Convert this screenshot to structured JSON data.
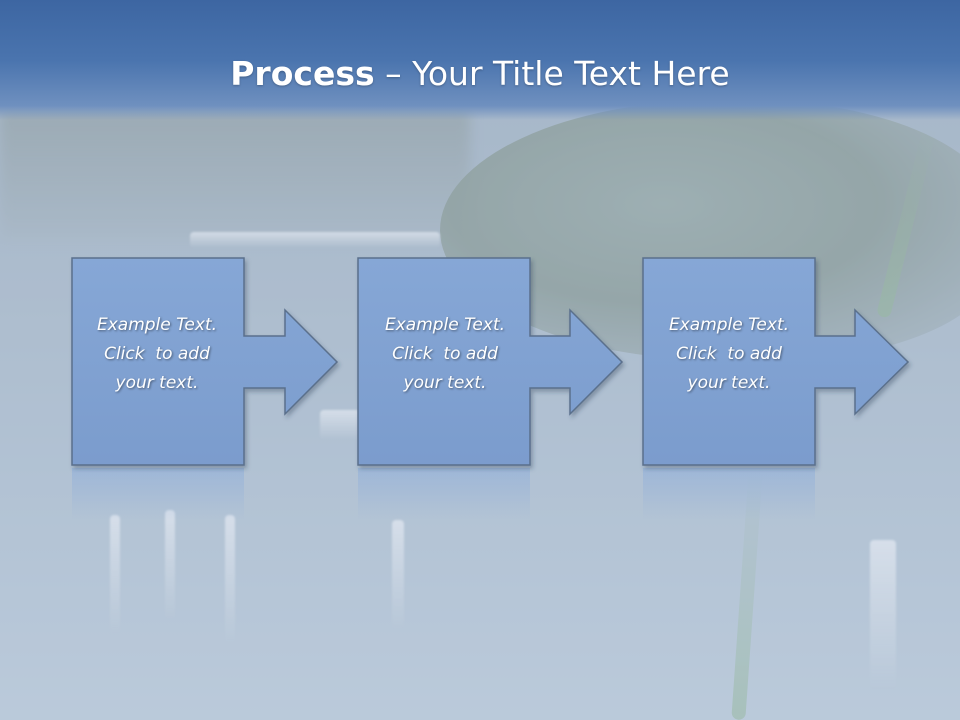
{
  "slide": {
    "title_bold": "Process",
    "title_rest": " – Your Title Text Here"
  },
  "steps": [
    {
      "lines": [
        "Example Text.",
        "Click  to add",
        "your text."
      ]
    },
    {
      "lines": [
        "Example Text.",
        "Click  to add",
        "your text."
      ]
    },
    {
      "lines": [
        "Example Text.",
        "Click  to add",
        "your text."
      ]
    }
  ],
  "colors": {
    "title_band": "#4a74ae",
    "box_fill": "#7fa1d2",
    "box_stroke": "#5a6f8c",
    "text": "#ffffff"
  }
}
